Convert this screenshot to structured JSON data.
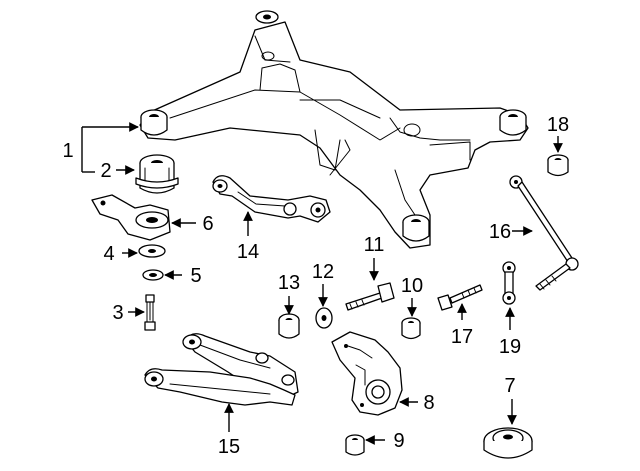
{
  "diagram": {
    "callouts": [
      {
        "id": "c1",
        "label": "1"
      },
      {
        "id": "c2",
        "label": "2"
      },
      {
        "id": "c3",
        "label": "3"
      },
      {
        "id": "c4",
        "label": "4"
      },
      {
        "id": "c5",
        "label": "5"
      },
      {
        "id": "c6",
        "label": "6"
      },
      {
        "id": "c7",
        "label": "7"
      },
      {
        "id": "c8",
        "label": "8"
      },
      {
        "id": "c9",
        "label": "9"
      },
      {
        "id": "c10",
        "label": "10"
      },
      {
        "id": "c11",
        "label": "11"
      },
      {
        "id": "c12",
        "label": "12"
      },
      {
        "id": "c13",
        "label": "13"
      },
      {
        "id": "c14",
        "label": "14"
      },
      {
        "id": "c15",
        "label": "15"
      },
      {
        "id": "c16",
        "label": "16"
      },
      {
        "id": "c17",
        "label": "17"
      },
      {
        "id": "c18",
        "label": "18"
      },
      {
        "id": "c19",
        "label": "19"
      }
    ]
  },
  "colors": {
    "line": "#000000",
    "background": "#ffffff"
  }
}
